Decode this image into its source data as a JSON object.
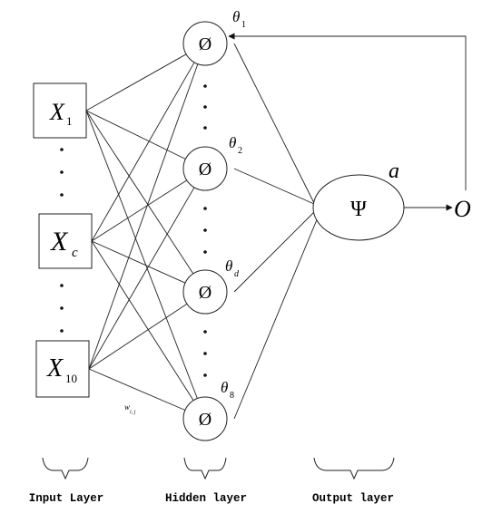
{
  "inputs": [
    {
      "base": "X",
      "sub": "1"
    },
    {
      "base": "X",
      "sub": "c"
    },
    {
      "base": "X",
      "sub": "10"
    }
  ],
  "hidden": [
    {
      "symbol": "Ø",
      "theta": "θ",
      "sub": "1"
    },
    {
      "symbol": "Ø",
      "theta": "θ",
      "sub": "2"
    },
    {
      "symbol": "Ø",
      "theta": "θ",
      "sub": "d"
    },
    {
      "symbol": "Ø",
      "theta": "θ",
      "sub": "8"
    }
  ],
  "output_node": {
    "symbol": "Ψ",
    "bias": "a"
  },
  "output_label": "O",
  "weight_label": {
    "base": "w",
    "sub": "i, j"
  },
  "layer_labels": {
    "input": "Input Layer",
    "hidden": "Hidden layer",
    "output": "Output layer"
  }
}
